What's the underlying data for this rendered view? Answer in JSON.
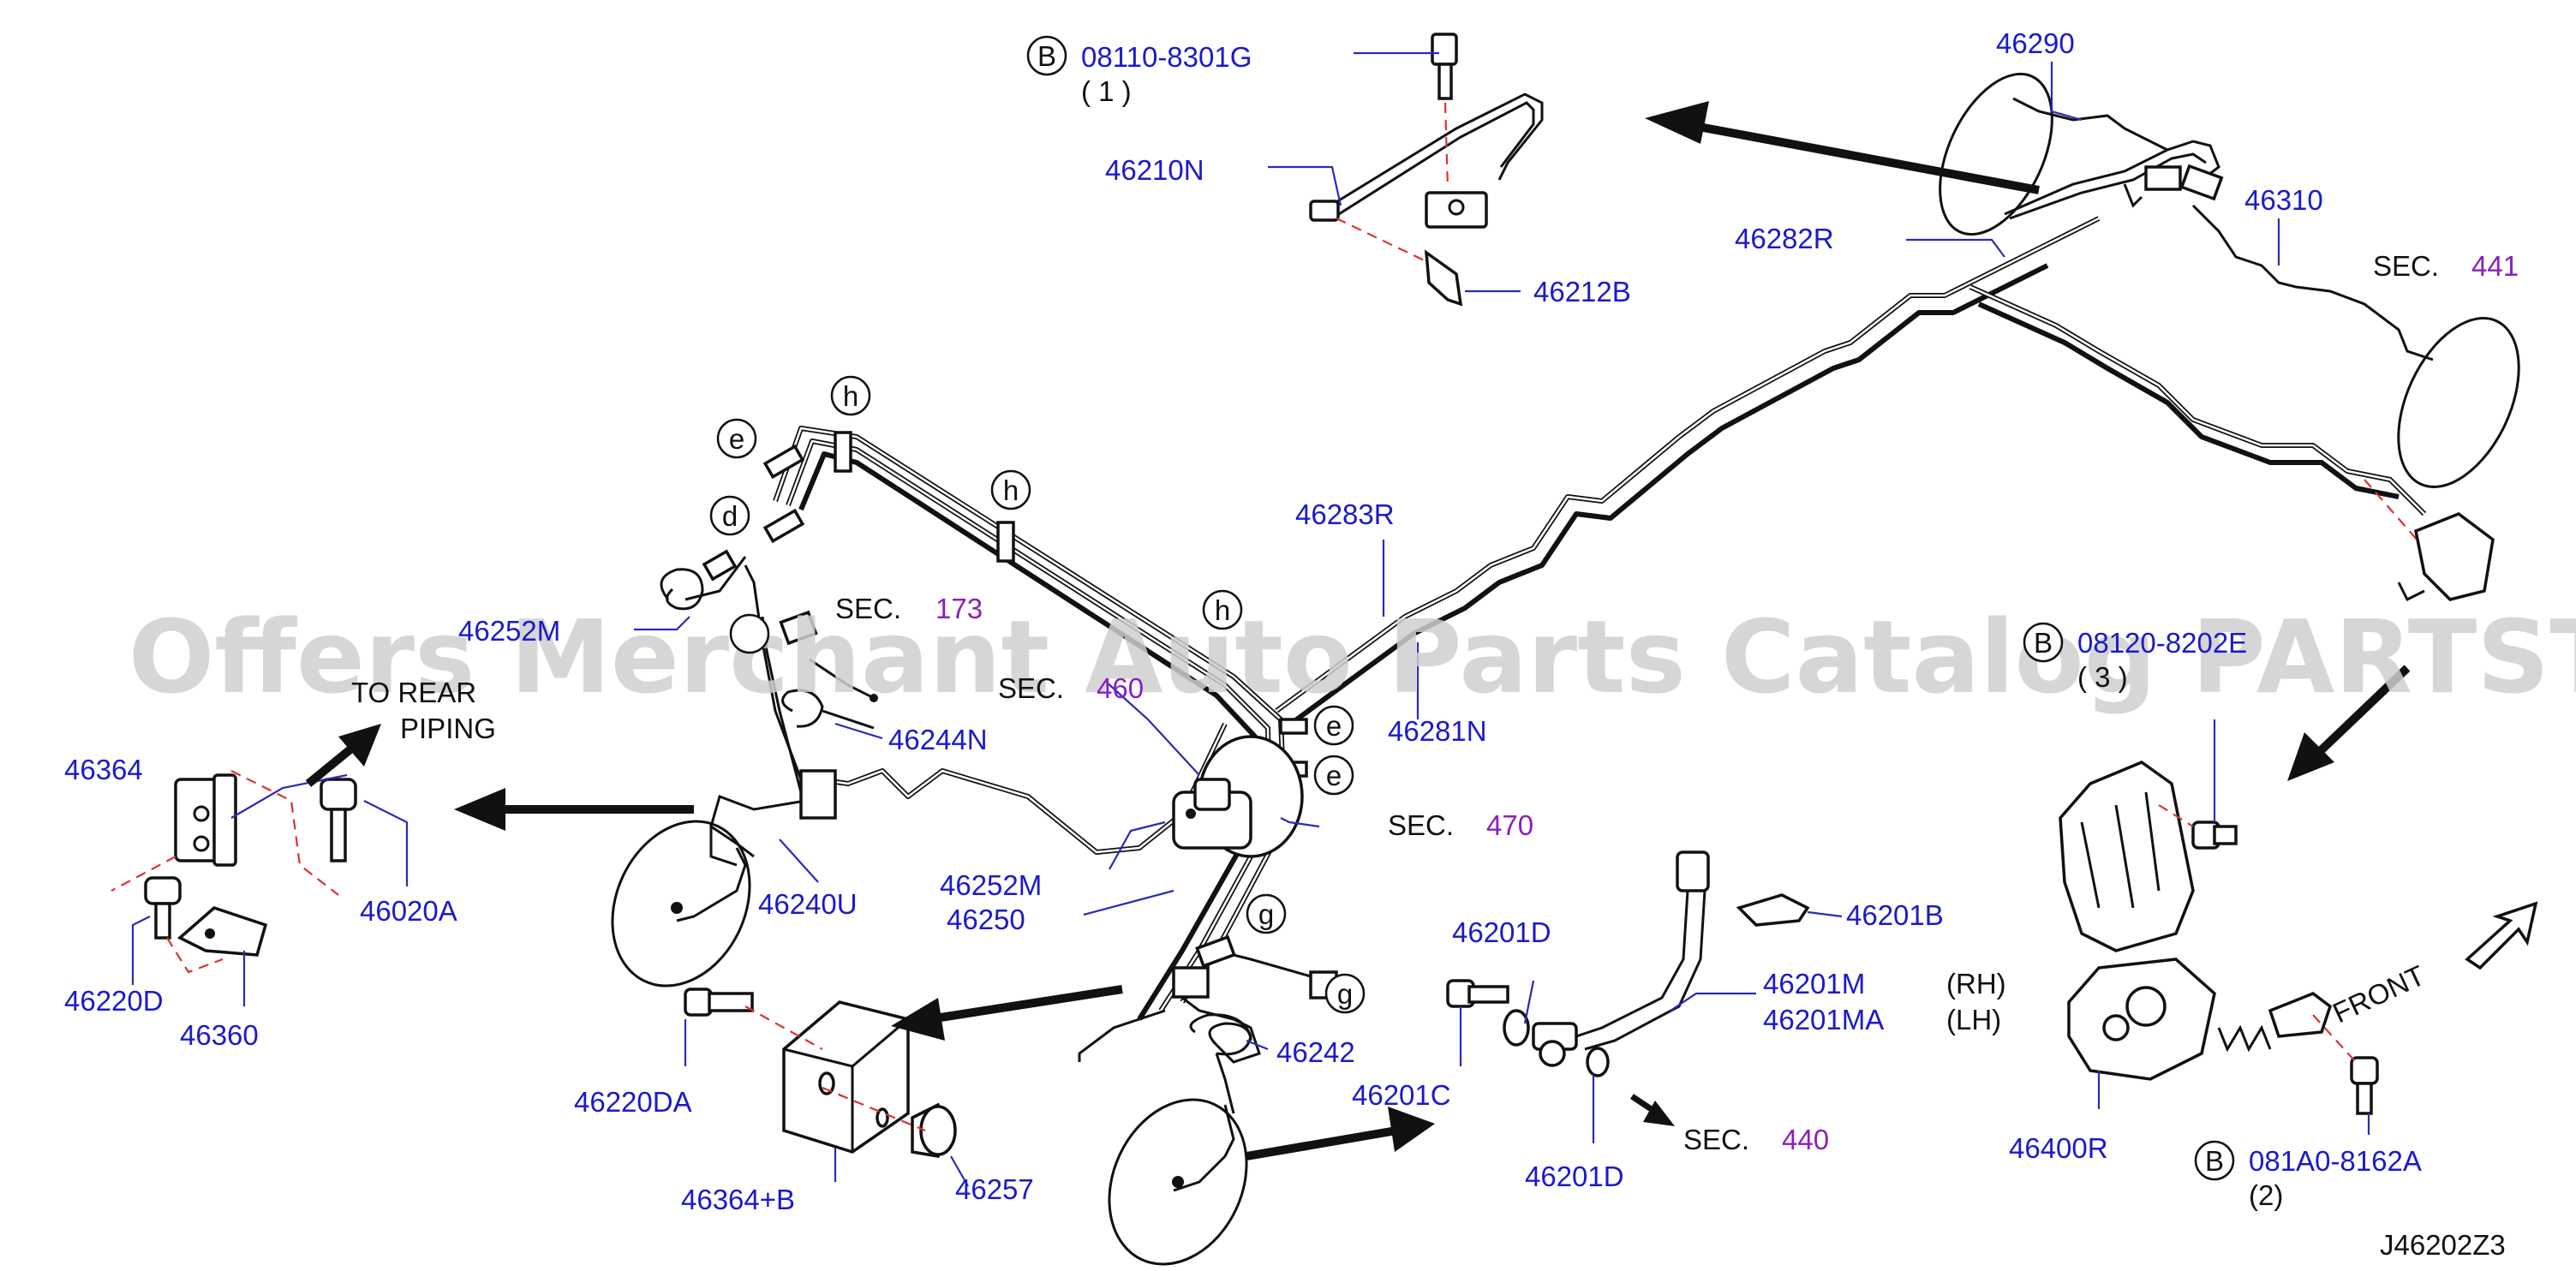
{
  "watermark": "Offers Merchant Auto Parts Catalog PARTSTORE.SA",
  "diagram_code": "J46202Z3",
  "clip_letters": {
    "e": "e",
    "h": "h",
    "d": "d",
    "g": "g"
  },
  "part_numbers": {
    "p08110": "08110-8301G",
    "p08110_qty": "( 1 )",
    "p46210N": "46210N",
    "p46212B": "46212B",
    "p46290": "46290",
    "p46310": "46310",
    "p46282R": "46282R",
    "p46283R": "46283R",
    "p46281N": "46281N",
    "p46252M_a": "46252M",
    "p46244N": "46244N",
    "p46240U": "46240U",
    "p46252M_b": "46252M",
    "p46250": "46250",
    "p46364": "46364",
    "p46020A": "46020A",
    "p46220D": "46220D",
    "p46360": "46360",
    "p46220DA": "46220DA",
    "p46364B": "46364+B",
    "p46257": "46257",
    "p46242": "46242",
    "p46201D_a": "46201D",
    "p46201C": "46201C",
    "p46201D_b": "46201D",
    "p46201M": "46201M",
    "p46201MA": "46201MA",
    "p46201B": "46201B",
    "p46400R": "46400R",
    "p08120": "08120-8202E",
    "p08120_qty": "( 3 )",
    "p081A0": "081A0-8162A",
    "p081A0_qty": "(2)"
  },
  "section_refs": {
    "sec_word": "SEC.",
    "s441": "441",
    "s173": "173",
    "s460": "460",
    "s470": "470",
    "s440": "440"
  },
  "texts": {
    "to_rear_1": "TO REAR",
    "to_rear_2": "PIPING",
    "front": "FRONT",
    "rh": "(RH)",
    "lh": "(LH)",
    "b_marker": "B"
  }
}
